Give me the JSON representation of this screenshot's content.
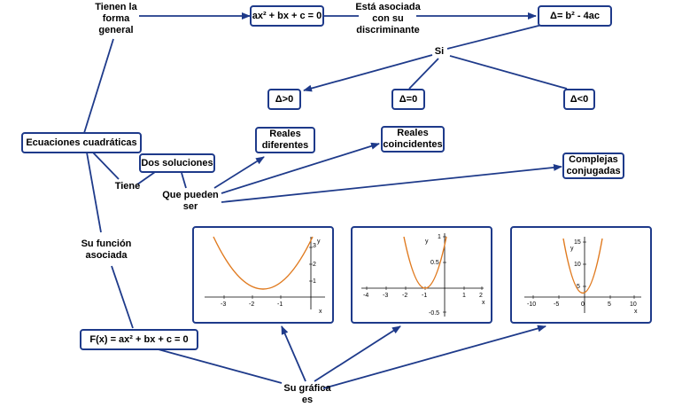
{
  "nodes": {
    "ecuaciones": "Ecuaciones cuadráticas",
    "tienen_forma": "Tienen la forma general",
    "formula": "ax² + bx + c = 0",
    "esta_asociada": "Está asociada con su discriminante",
    "discriminante": "Δ= b² - 4ac",
    "si": "Si",
    "delta_pos": "Δ>0",
    "delta_zero": "Δ=0",
    "delta_neg": "Δ<0",
    "reales_diferentes": "Reales diferentes",
    "reales_coincidentes": "Reales coincidentes",
    "complejas": "Complejas conjugadas",
    "dos_soluciones": "Dos soluciones",
    "tiene": "Tiene",
    "que_pueden": "Que pueden ser",
    "su_funcion": "Su función asociada",
    "funcion": "F(x) = ax² + bx + c = 0",
    "su_grafica": "Su gráfica es"
  },
  "colors": {
    "box_border": "#1e3a8a",
    "arrow": "#1e3a8a",
    "curve": "#e07a1f"
  },
  "graphs": [
    {
      "x_ticks": [
        "-3",
        "-2",
        "-1"
      ],
      "y_ticks": [
        "1",
        "2",
        "3"
      ],
      "x_label": "x",
      "y_label": "y"
    },
    {
      "x_ticks": [
        "-4",
        "-3",
        "-2",
        "-1",
        "1",
        "2"
      ],
      "y_ticks": [
        "1",
        "0.5",
        "-0.5"
      ],
      "x_label": "x",
      "y_label": "y"
    },
    {
      "x_ticks": [
        "-10",
        "-5",
        "0",
        "5",
        "10"
      ],
      "y_ticks": [
        "15",
        "10",
        "5"
      ],
      "x_label": "x",
      "y_label": "y"
    }
  ]
}
